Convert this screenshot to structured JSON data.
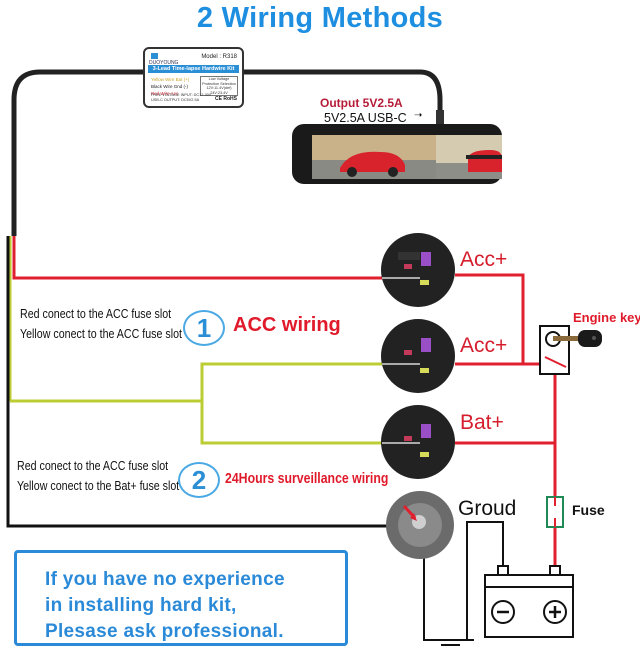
{
  "title": "2 Wiring Methods",
  "hardwire_kit": {
    "brand": "DUOYOUNG",
    "model": "Model : R318",
    "product_name": "3-Lead Time-lapse Hardwire Kit",
    "wires": [
      "Yellow Wire Bat (+)",
      "Black Wire Gnd (-)",
      "Red Wire Acc"
    ],
    "low_voltage_box": [
      "Low Voltage",
      "Protection Selection",
      "12V:11.4V(def)",
      "24V:23.4V"
    ],
    "spec": [
      "FREE VOLTAGE INPUT: DC12-30V",
      "USB-C OUTPUT: DC5V2.5A"
    ],
    "certifications": "CE RoHS"
  },
  "output": {
    "rating_label": "Output 5V2.5A",
    "connector_label": "5V2.5A USB-C"
  },
  "methods": [
    {
      "number": "1",
      "name": "ACC wiring",
      "instructions": [
        "Red conect to the ACC fuse slot",
        "Yellow conect to the ACC fuse slot"
      ]
    },
    {
      "number": "2",
      "name": "24Hours surveillance wiring",
      "instructions": [
        "Red conect to the ACC fuse slot",
        "Yellow conect to the Bat+ fuse slot"
      ]
    }
  ],
  "connection_points": [
    {
      "label": "Acc+",
      "type": "fuse-slot"
    },
    {
      "label": "Acc+",
      "type": "fuse-slot"
    },
    {
      "label": "Bat+",
      "type": "fuse-slot"
    },
    {
      "label": "Groud",
      "type": "ground-bolt"
    }
  ],
  "components": {
    "engine_key_label": "Engine key",
    "fuse_label": "Fuse",
    "battery_negative": "−",
    "battery_positive": "+"
  },
  "notice": {
    "lines": [
      "If you have no experience",
      "in installing hard kit,",
      "Plesase ask professional."
    ]
  },
  "colors": {
    "title_blue": "#1e8fe0",
    "red_wire": "#e0202e",
    "yellow_wire": "#bccd34",
    "black_wire": "#111111",
    "fuse_green": "#1f8a55",
    "notice_blue": "#2a8ad8"
  }
}
